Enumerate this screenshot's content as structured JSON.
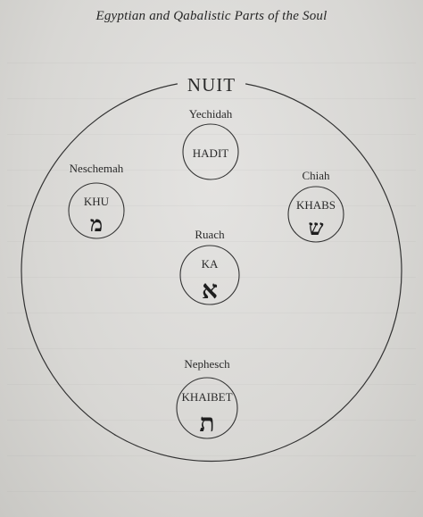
{
  "header": {
    "title": "Egyptian and Qabalistic Parts of the Soul"
  },
  "diagram": {
    "outer_label": "NUIT",
    "nodes": [
      {
        "key": "hadit",
        "outer": "Yechidah",
        "inner": "HADIT",
        "letter": ""
      },
      {
        "key": "khu",
        "outer": "Neschemah",
        "inner": "KHU",
        "letter": "מ"
      },
      {
        "key": "khabs",
        "outer": "Chiah",
        "inner": "KHABS",
        "letter": "ש"
      },
      {
        "key": "ka",
        "outer": "Ruach",
        "inner": "KA",
        "letter": "א"
      },
      {
        "key": "khaibet",
        "outer": "Nephesch",
        "inner": "KHAIBET",
        "letter": "ת"
      }
    ]
  },
  "colors": {
    "ink": "#2a2a2a",
    "paper": "#dddcda"
  }
}
